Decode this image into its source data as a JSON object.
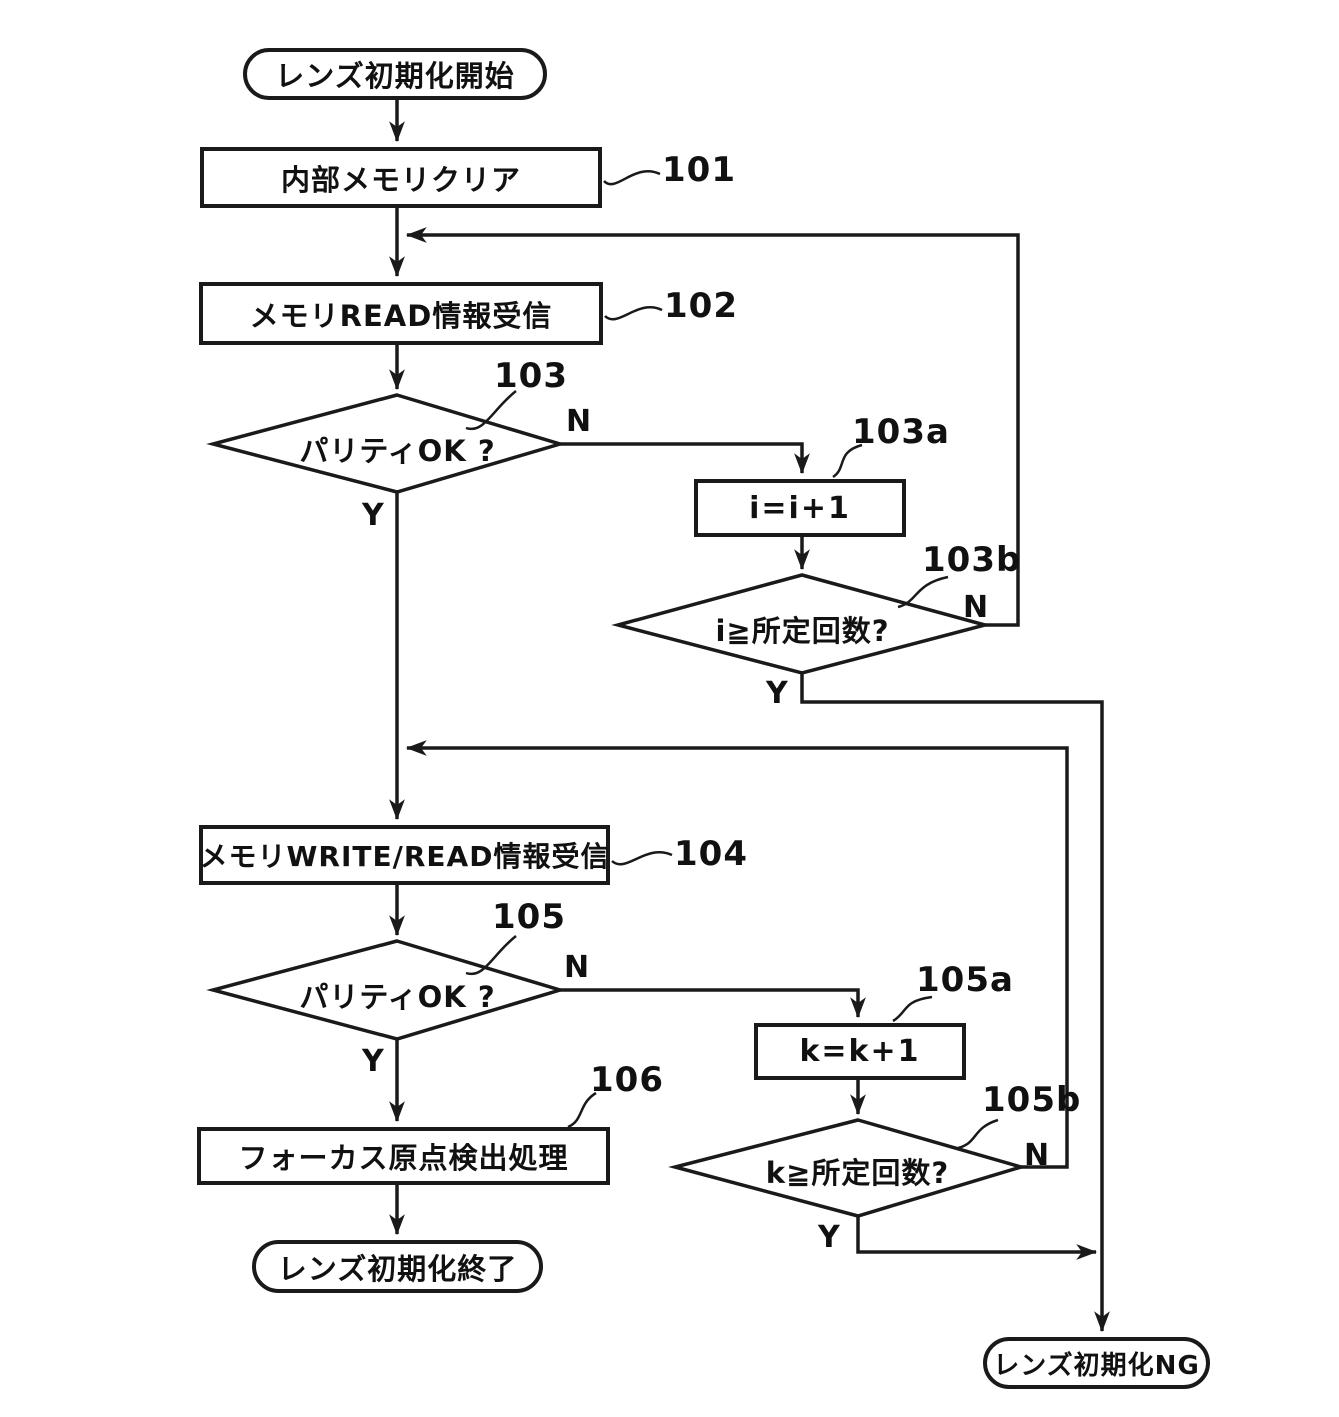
{
  "diagram": {
    "background": "#ffffff",
    "line_color": "#1a1a1a",
    "description": "flowchart"
  },
  "nodes": {
    "start": {
      "type": "terminal",
      "label": "レンズ初期化開始"
    },
    "clear_mem": {
      "type": "process",
      "label": "内部メモリクリア",
      "ref": "101"
    },
    "mem_read": {
      "type": "process",
      "label": "メモリREAD情報受信",
      "ref": "102"
    },
    "parity1": {
      "type": "decision",
      "label": "パリティOK ?",
      "ref": "103"
    },
    "inc_i": {
      "type": "process",
      "label": "i=i+1",
      "ref": "103a"
    },
    "i_limit": {
      "type": "decision",
      "label": "i≧所定回数?",
      "ref": "103b"
    },
    "mem_wr": {
      "type": "process",
      "label": "メモリWRITE/READ情報受信",
      "ref": "104"
    },
    "parity2": {
      "type": "decision",
      "label": "パリティOK ?",
      "ref": "105"
    },
    "inc_k": {
      "type": "process",
      "label": "k=k+1",
      "ref": "105a"
    },
    "k_limit": {
      "type": "decision",
      "label": "k≧所定回数?",
      "ref": "105b"
    },
    "focus": {
      "type": "process",
      "label": "フォーカス原点検出処理",
      "ref": "106"
    },
    "end": {
      "type": "terminal",
      "label": "レンズ初期化終了"
    },
    "ng": {
      "type": "terminal",
      "label": "レンズ初期化NG"
    }
  },
  "edge_labels": {
    "parity1_n": "N",
    "parity1_y": "Y",
    "i_limit_n": "N",
    "i_limit_y": "Y",
    "parity2_n": "N",
    "parity2_y": "Y",
    "k_limit_n": "N",
    "k_limit_y": "Y"
  }
}
